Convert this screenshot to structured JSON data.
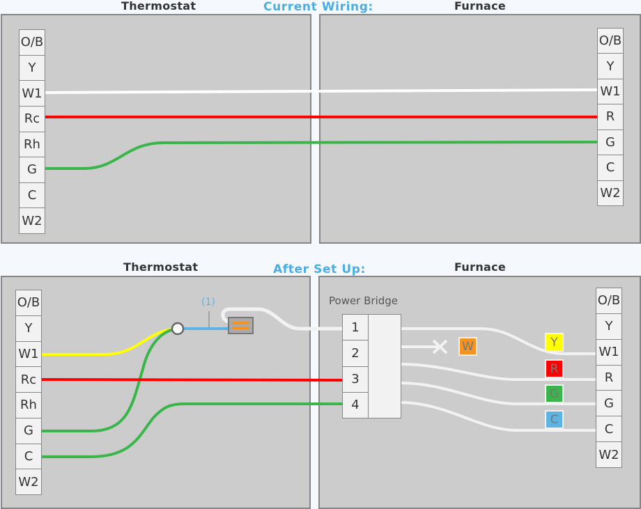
{
  "current_wiring": {
    "section_title": "Current Wiring:",
    "thermostat_title": "Thermostat",
    "furnace_title": "Furnace",
    "thermostat_terminals": [
      "O/B",
      "Y",
      "W1",
      "Rc",
      "Rh",
      "G",
      "C",
      "W2"
    ],
    "furnace_terminals": [
      "O/B",
      "Y",
      "W1",
      "R",
      "G",
      "C",
      "W2"
    ],
    "connections": [
      {
        "from": "W1",
        "to": "W1",
        "color": "#ffffff"
      },
      {
        "from": "Rc",
        "to": "R",
        "color": "#ff0000"
      },
      {
        "from": "G",
        "to": "G",
        "color": "#3ab54a"
      }
    ]
  },
  "after_setup": {
    "section_title": "After Set Up:",
    "thermostat_title": "Thermostat",
    "furnace_title": "Furnace",
    "thermostat_terminals": [
      "O/B",
      "Y",
      "W1",
      "Rc",
      "Rh",
      "G",
      "C",
      "W2"
    ],
    "furnace_terminals": [
      "O/B",
      "Y",
      "W1",
      "R",
      "G",
      "C",
      "W2"
    ],
    "note_label": "(1)",
    "power_bridge": {
      "label": "Power Bridge",
      "terminals": [
        "1",
        "2",
        "3",
        "4"
      ]
    },
    "wire_tags": [
      {
        "label": "W",
        "color": "#f7931e"
      },
      {
        "label": "Y",
        "color": "#ffff00"
      },
      {
        "label": "R",
        "color": "#ff0000"
      },
      {
        "label": "G",
        "color": "#3ab54a"
      },
      {
        "label": "C",
        "color": "#5bb4e4"
      }
    ],
    "connections": [
      {
        "from": "W1",
        "to": "splice",
        "color": "#ffff00"
      },
      {
        "from": "G",
        "to": "splice",
        "color": "#3ab54a"
      },
      {
        "from": "Rc",
        "to": "PB3",
        "color": "#ff0000"
      },
      {
        "from": "C",
        "to": "PB4",
        "color": "#3ab54a"
      },
      {
        "from": "PB1",
        "to": "W1",
        "color": "#f2f2f2"
      },
      {
        "from": "PB2",
        "to": "disconnected",
        "color": "#f2f2f2"
      },
      {
        "from": "PB3",
        "to": "R",
        "color": "#f2f2f2"
      },
      {
        "from": "PB4",
        "to": "G",
        "color": "#f2f2f2"
      },
      {
        "from": "PB4",
        "to": "C",
        "color": "#f2f2f2"
      }
    ]
  }
}
